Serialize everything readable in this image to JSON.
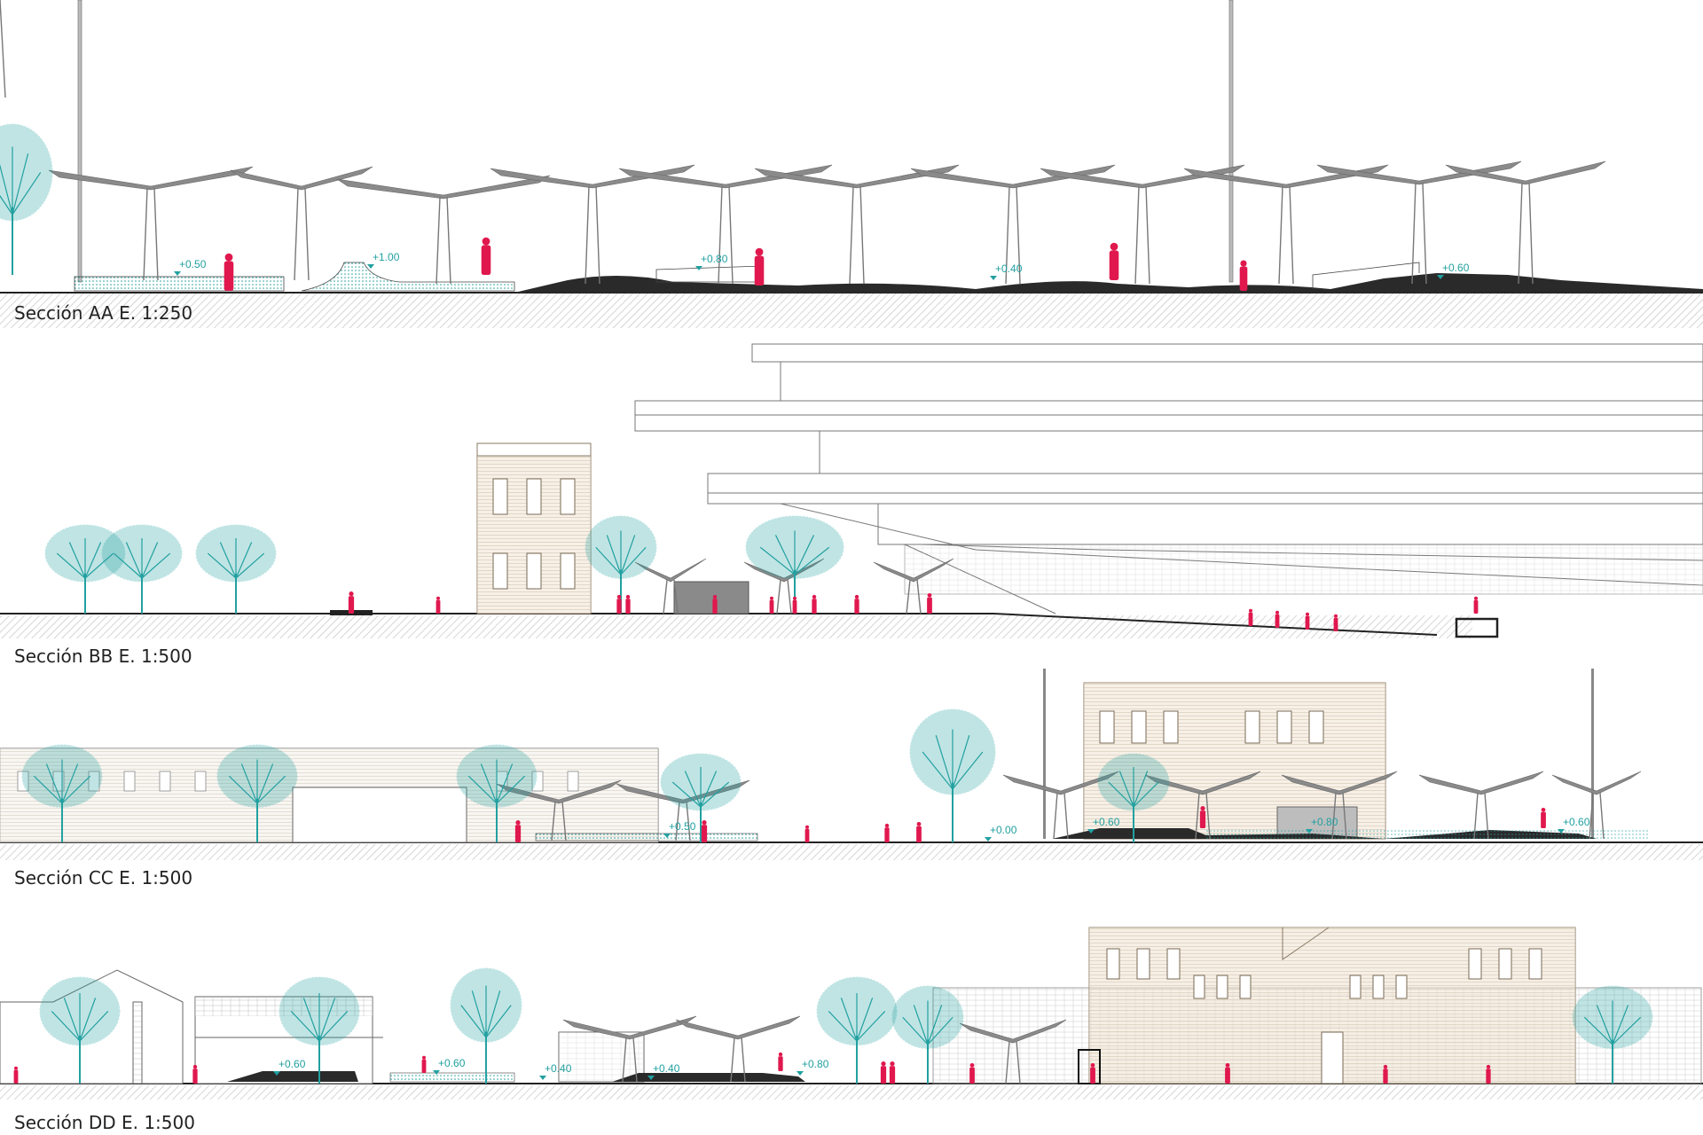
{
  "sections": [
    {
      "caption": "Sección AA E. 1:250",
      "levels": [
        "+0.50",
        "+1.00",
        "+0.80",
        "+0.40",
        "+0.60"
      ]
    },
    {
      "caption": "Sección BB E. 1:500",
      "levels": []
    },
    {
      "caption": "Sección CC E. 1:500",
      "levels": [
        "+0.50",
        "+0.00",
        "+0.60",
        "+0.80",
        "+0.60"
      ]
    },
    {
      "caption": "Sección DD E. 1:500",
      "levels": [
        "+0.60",
        "+0.60",
        "+0.40",
        "+0.40",
        "+0.80"
      ]
    }
  ],
  "colors": {
    "tree": "#22a0a0",
    "people": "#e0184e",
    "canopy": "#8a8a8a",
    "hatch": "#bdbdbd",
    "level_text": "#22a0a0",
    "brick_building": "#efe2cf",
    "outline": "#555555",
    "dark_platform": "#222222"
  }
}
